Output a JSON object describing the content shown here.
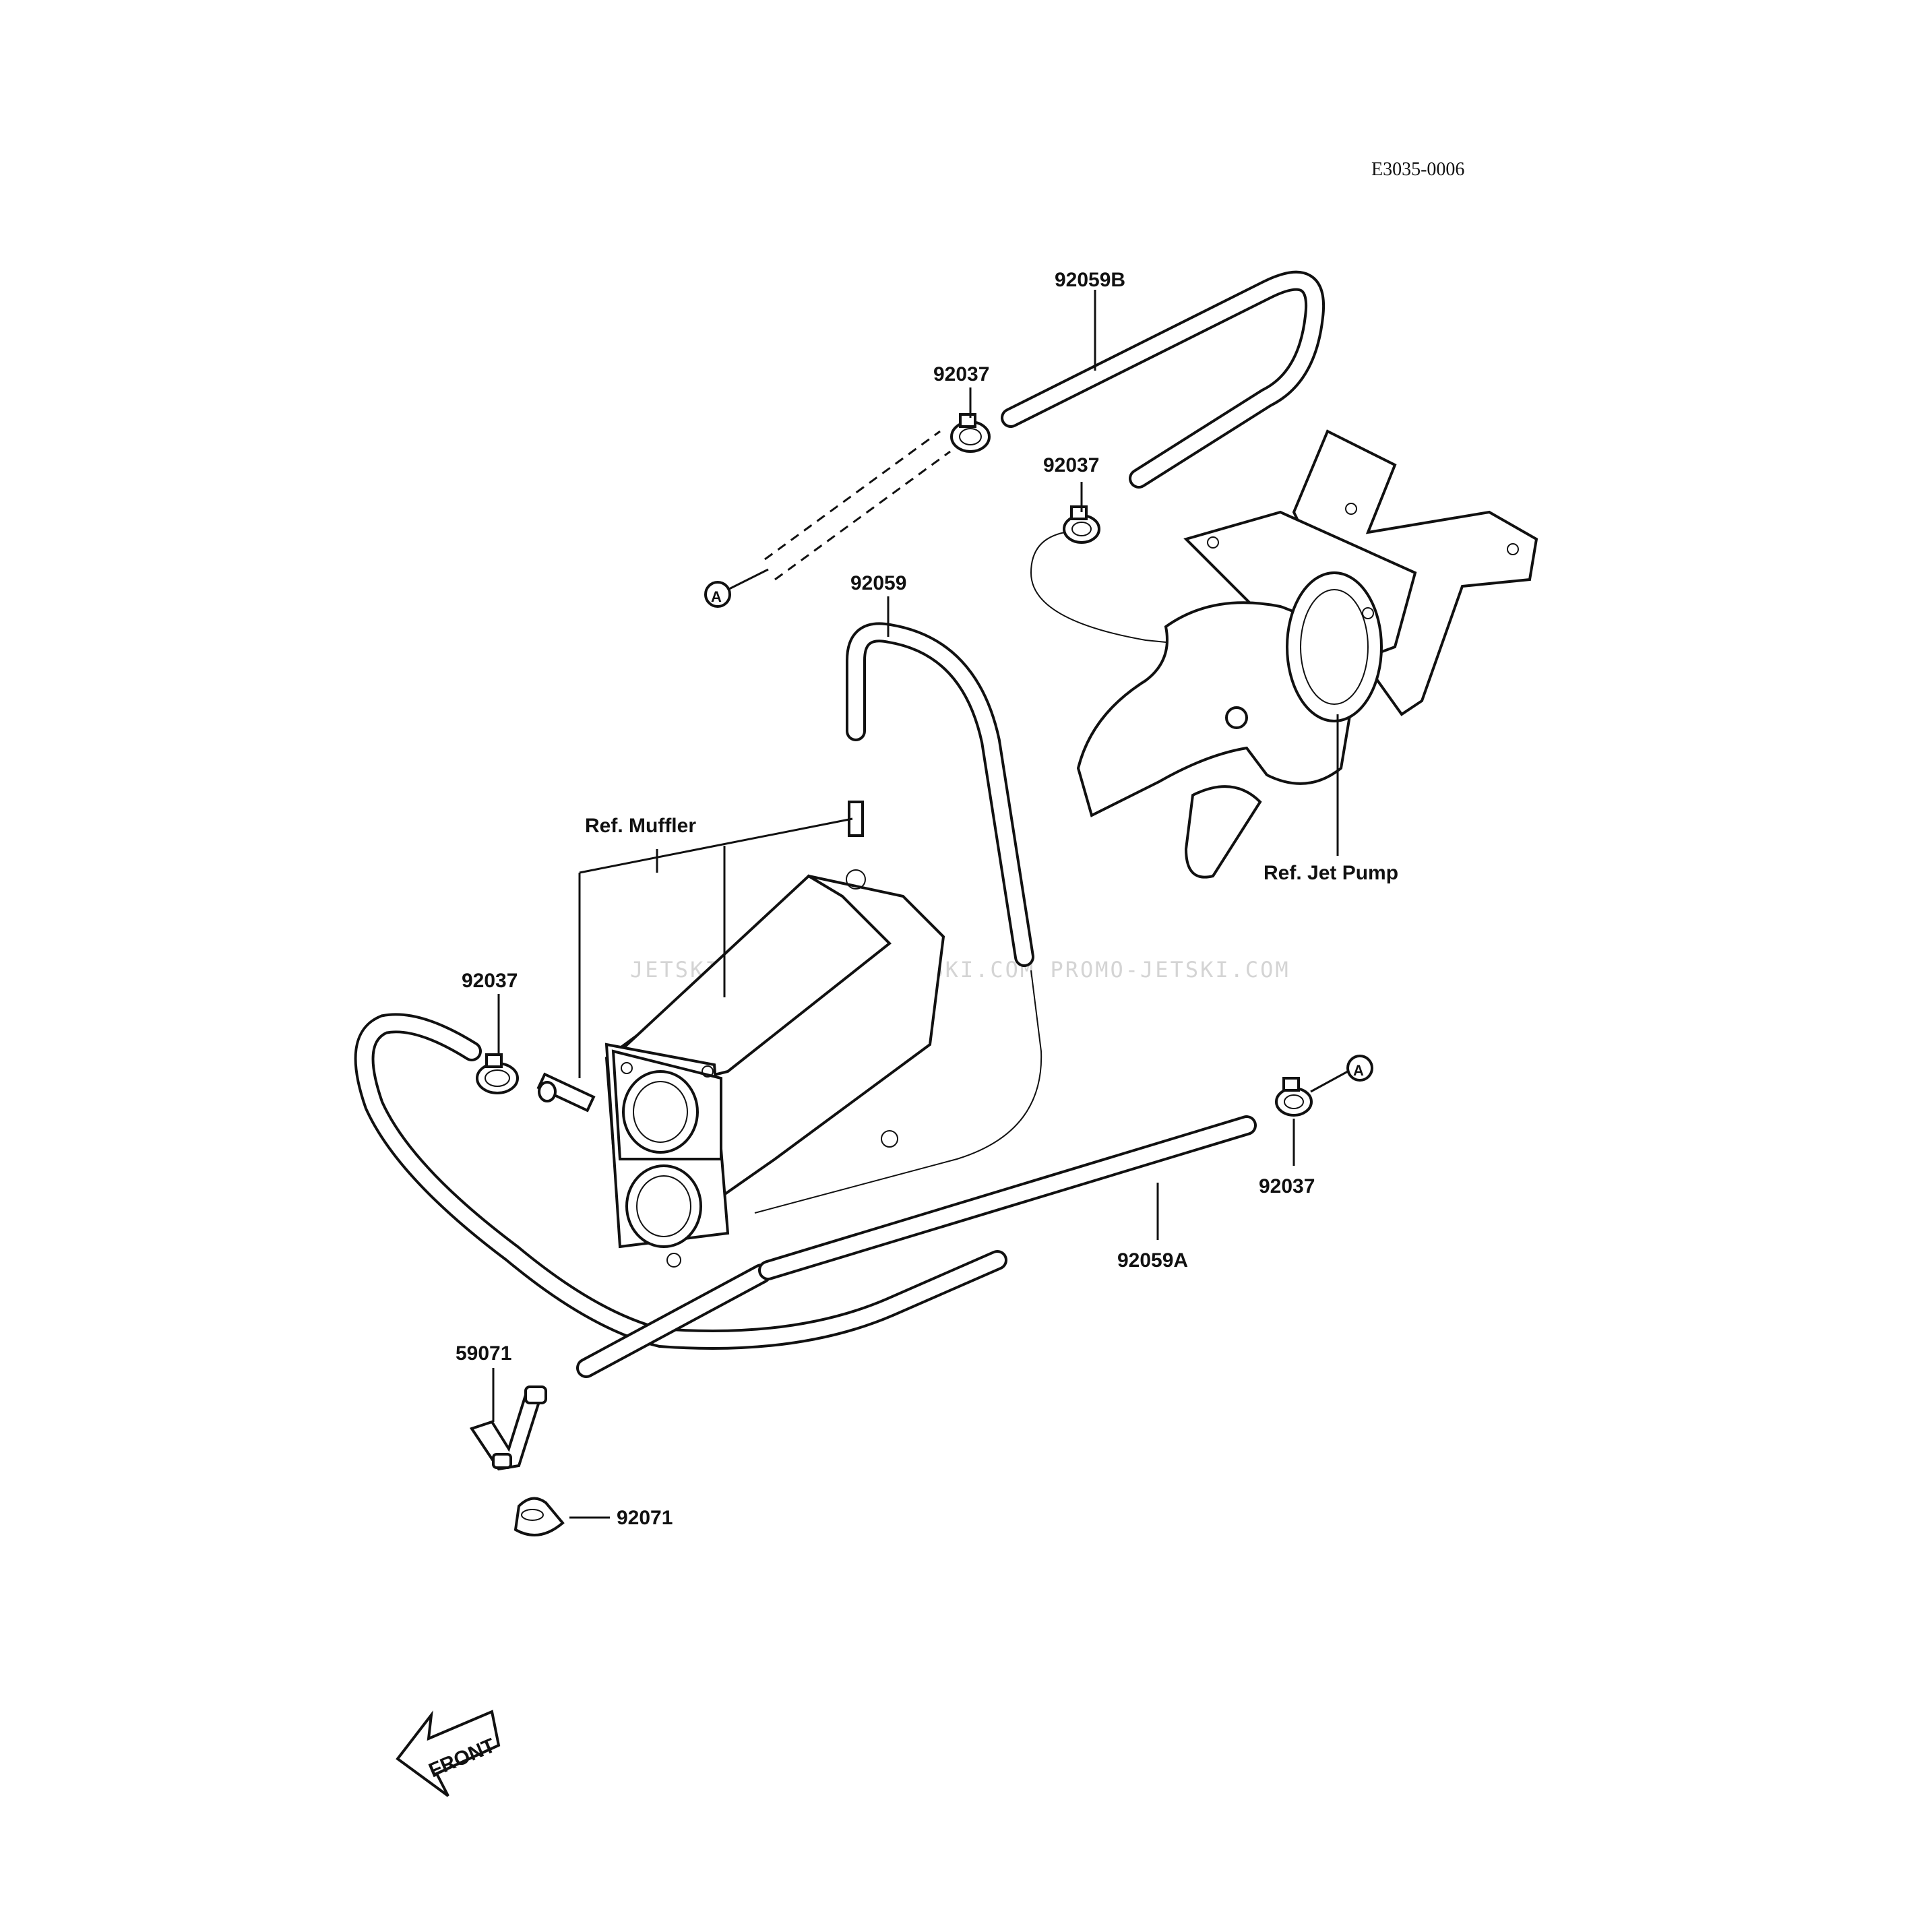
{
  "diagram_code": "E3035-0006",
  "watermark": "JETSKI.COM  PROMO-JETSKI.COM  PROMO-JETSKI.COM",
  "labels": {
    "hose_b": "92059B",
    "hose": "92059",
    "hose_a": "92059A",
    "clamp_top_left": "92037",
    "clamp_top_mid": "92037",
    "clamp_left": "92037",
    "clamp_right": "92037",
    "fitting": "59071",
    "cap": "92071",
    "ref_muffler": "Ref. Muffler",
    "ref_jet_pump": "Ref. Jet Pump",
    "callout_a_top": "A",
    "callout_a_right": "A",
    "front_arrow": "FRONT"
  },
  "colors": {
    "line": "#111111",
    "background": "#ffffff",
    "watermark": "#d4d4d4"
  }
}
